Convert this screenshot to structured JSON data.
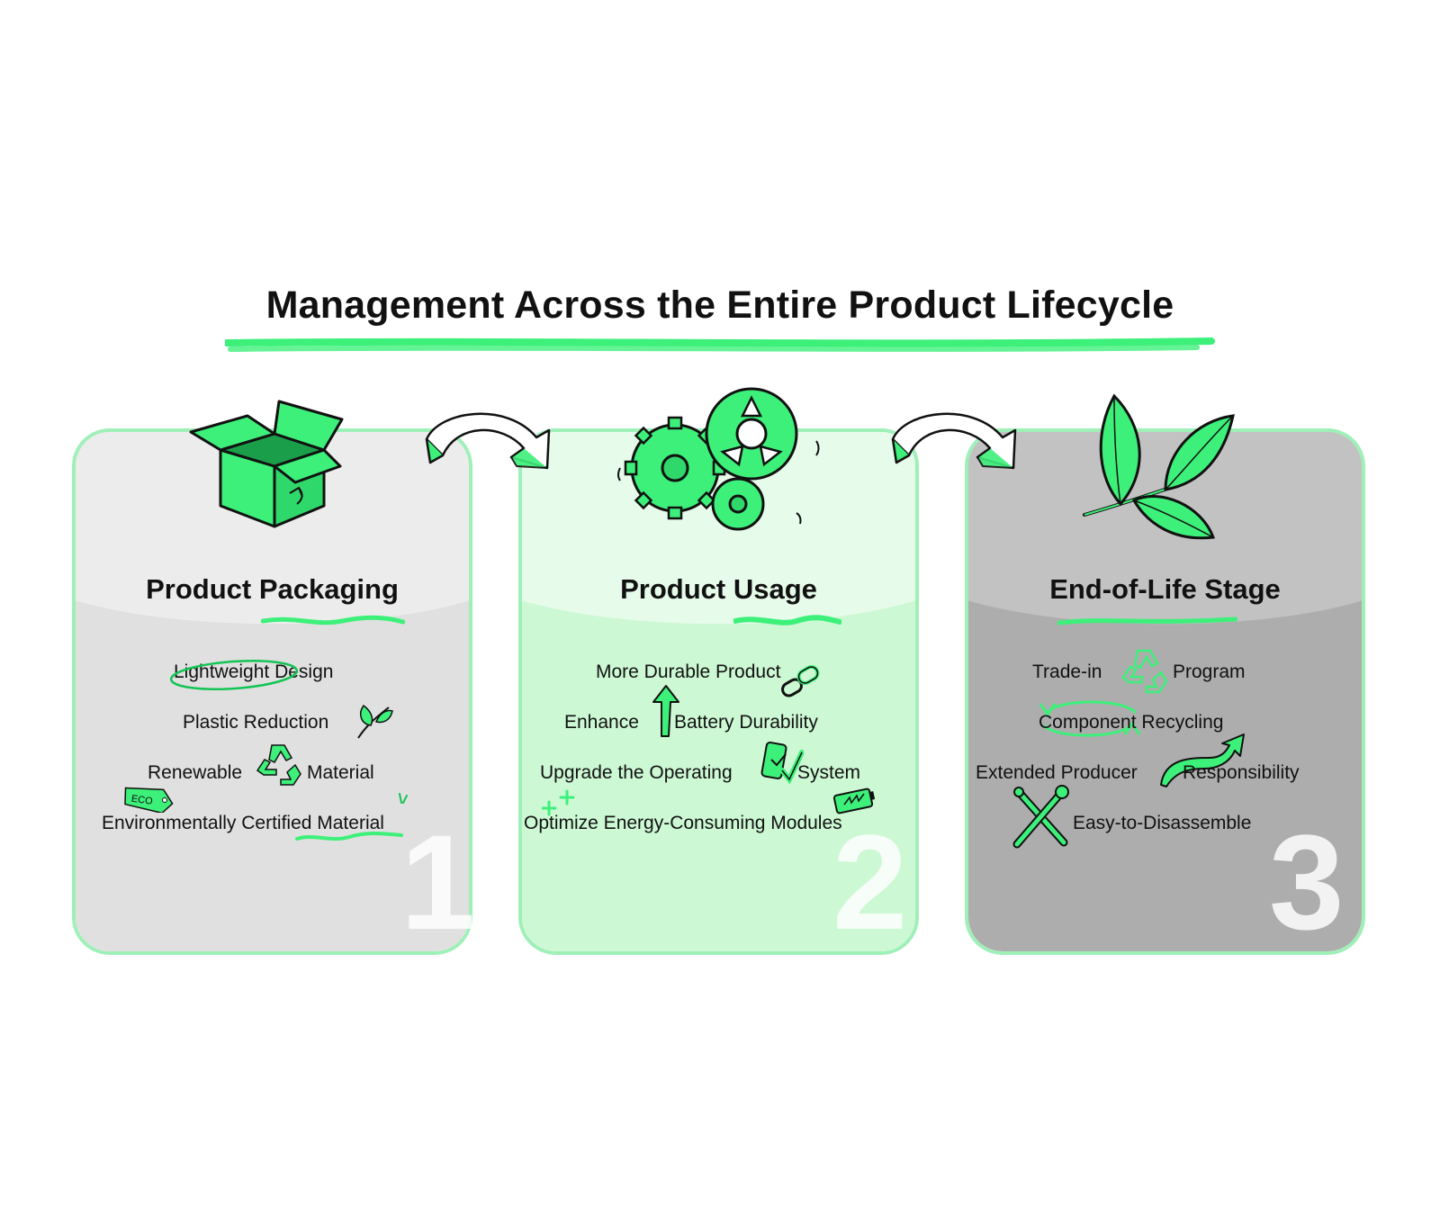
{
  "title": "Management Across the Entire Product Lifecycle",
  "colors": {
    "accent": "#3df07a",
    "accent_dark": "#14a84a",
    "card1_head": "#ececec",
    "card1_body": "#e0e0e0",
    "card2_head": "#e6fbe9",
    "card2_body": "#cdf8d4",
    "card3_head": "#c2c2c2",
    "card3_body": "#adadad"
  },
  "stages": [
    {
      "number": "1",
      "title": "Product Packaging",
      "icon": "open-box-icon",
      "items": [
        "Lightweight Design",
        "Plastic Reduction",
        "Renewable",
        "Material",
        "Environmentally Certified Material"
      ],
      "badge": "ECO"
    },
    {
      "number": "2",
      "title": "Product Usage",
      "icon": "gears-icon",
      "items": [
        "More Durable Product",
        "Enhance",
        "Battery Durability",
        "Upgrade the Operating",
        "System",
        "Optimize Energy-Consuming Modules"
      ]
    },
    {
      "number": "3",
      "title": "End-of-Life Stage",
      "icon": "leaves-icon",
      "items": [
        "Trade-in",
        "Program",
        "Component Recycling",
        "Extended Producer",
        "Responsibility",
        "Easy-to-Disassemble"
      ]
    }
  ]
}
